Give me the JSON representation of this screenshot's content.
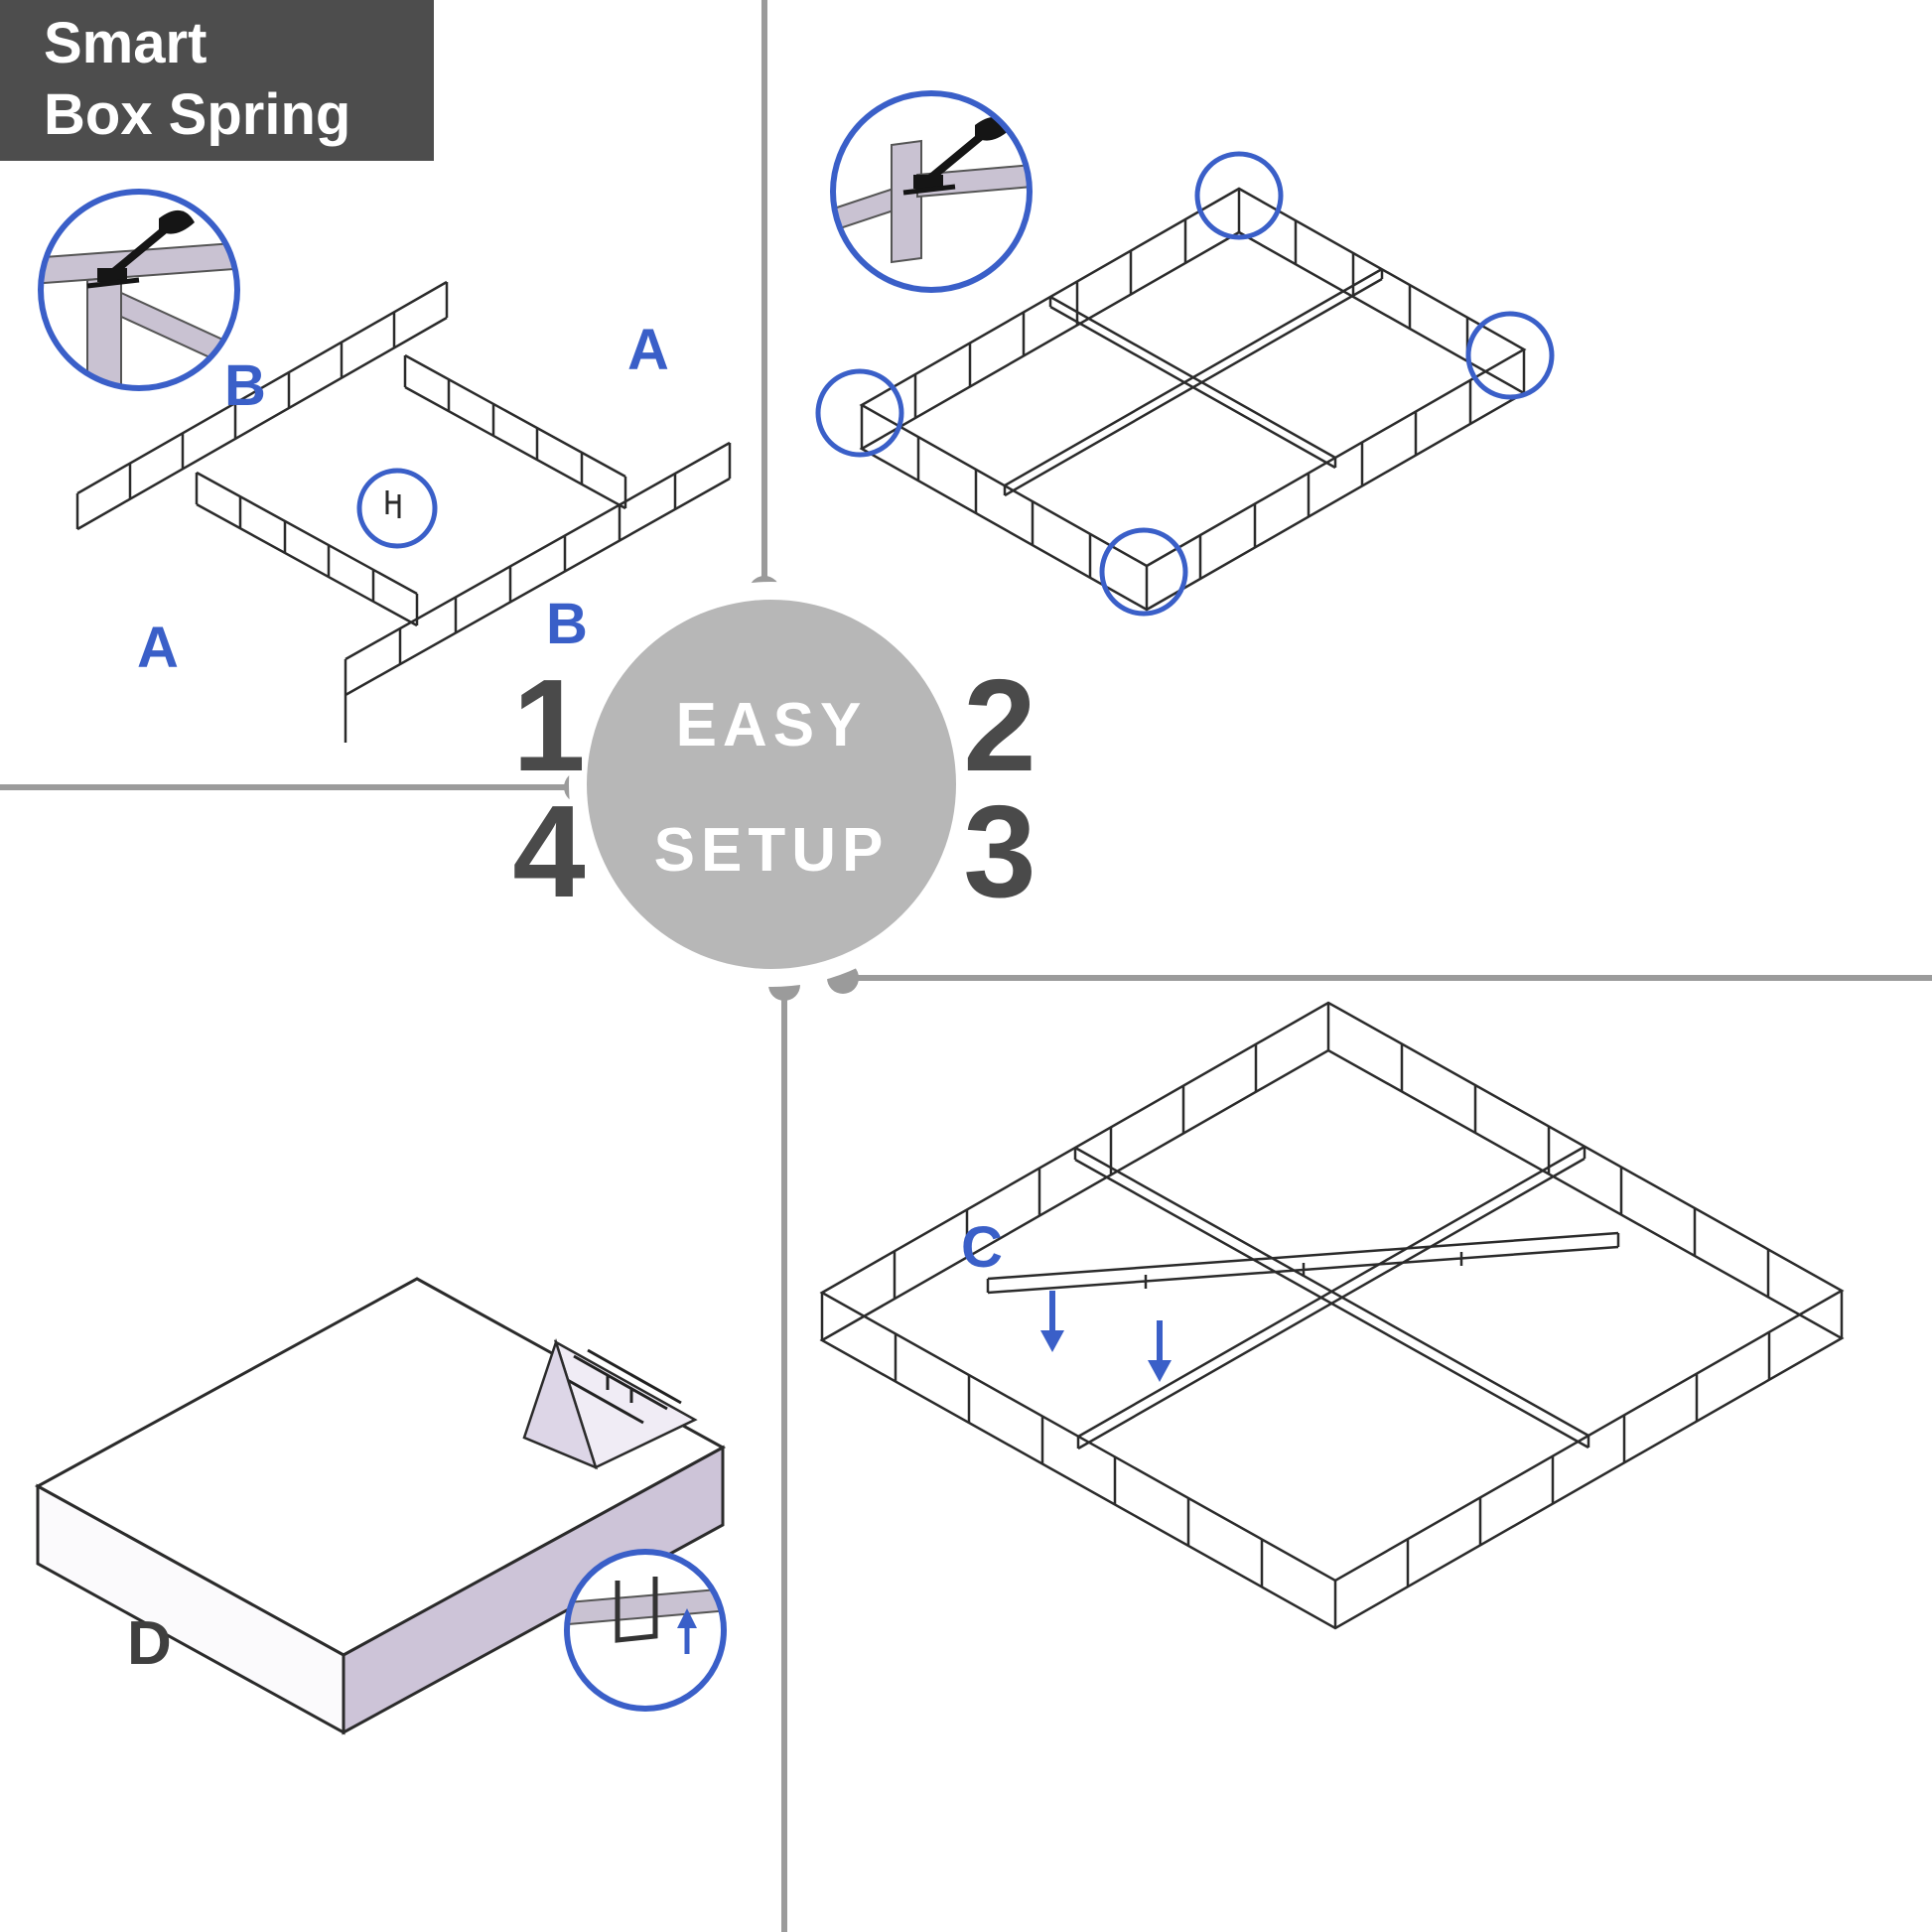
{
  "banner": {
    "line1": "Smart",
    "line2": "Box Spring"
  },
  "center_badge": {
    "line1": "EASY",
    "line2": "SETUP"
  },
  "steps": {
    "step1": {
      "number": "1",
      "part_labels": {
        "side_rail_top": "B",
        "end_rail_top": "A",
        "end_rail_bottom": "A",
        "side_rail_bottom": "B"
      }
    },
    "step2": {
      "number": "2"
    },
    "step3": {
      "number": "3",
      "part_labels": {
        "center_rail": "C"
      }
    },
    "step4": {
      "number": "4",
      "part_labels": {
        "cover": "D"
      }
    }
  },
  "colors": {
    "accent_blue": "#3a5fc8",
    "banner_background": "#4d4d4d",
    "divider_gray": "#9b9b9b",
    "badge_circle_gray": "#b7b7b7",
    "step_number_gray": "#4a4a4a",
    "line_art": "#2b2b2b",
    "cover_fabric": "#cdc4d8",
    "metal_detail": "#c9c2d2"
  }
}
